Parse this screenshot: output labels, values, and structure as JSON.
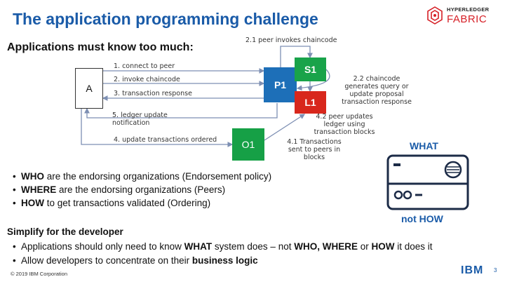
{
  "slide": {
    "title": "The application programming challenge",
    "subtitle": "Applications must know too much:"
  },
  "brand": {
    "small_text": "HYPERLEDGER",
    "big_text": "FABRIC",
    "accent_color": "#d61f26"
  },
  "diagram": {
    "nodes": {
      "a": "A",
      "p1": "P1",
      "s1": "S1",
      "l1": "L1",
      "o1": "O1"
    },
    "steps": {
      "s1": "1. connect to peer",
      "s2": "2. invoke chaincode",
      "s3": "3. transaction response",
      "s5": "5. ledger update notification",
      "s4": "4. update transactions ordered",
      "s21": "2.1 peer invokes chaincode",
      "s22": "2.2 chaincode generates query or update proposal transaction response",
      "s42": "4.2 peer updates ledger using transaction blocks",
      "s41": "4.1 Transactions sent to peers in blocks"
    },
    "colors": {
      "p1": "#1d6fb8",
      "s1": "#19a34a",
      "l1": "#d8271c",
      "o1": "#16a046"
    }
  },
  "right_panel": {
    "what_label": "WHAT",
    "not_how_label": "not HOW"
  },
  "bullets": [
    {
      "bold": "WHO",
      "text": " are the endorsing organizations (Endorsement policy)"
    },
    {
      "bold": "WHERE",
      "text": " are the endorsing organizations (Peers)"
    },
    {
      "bold": "HOW",
      "text": " to get transactions validated (Ordering)"
    }
  ],
  "simplify": {
    "heading": "Simplify for the developer",
    "line1_pre": "Applications should only need to know ",
    "line1_bold": "WHAT",
    "line1_mid": " system does  – not ",
    "line1_bold2": "WHO, WHERE",
    "line1_mid2": " or ",
    "line1_bold3": "HOW",
    "line1_post": " it does it",
    "line2_pre": "Allow developers to concentrate on their ",
    "line2_bold": "business logic"
  },
  "footer": {
    "copyright": "© 2019 IBM Corporation",
    "ibm": "IBM",
    "page": "3"
  },
  "icons": [
    "fabric-logo-icon",
    "appliance-icon",
    "fan-icon",
    "ibm-logo-icon"
  ]
}
